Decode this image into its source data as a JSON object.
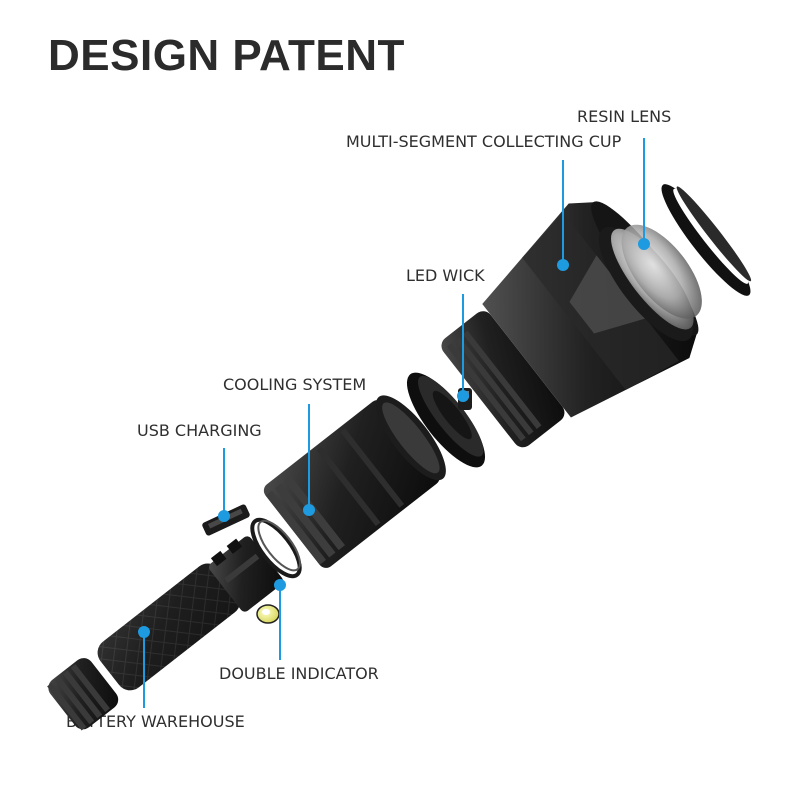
{
  "title": "DESIGN PATENT",
  "accent_color": "#1e9be0",
  "parts": {
    "resin_lens": "RESIN LENS",
    "collecting_cup": "MULTI-SEGMENT COLLECTING CUP",
    "led_wick": "LED WICK",
    "cooling_system": "COOLING SYSTEM",
    "usb_charging": "USB CHARGING",
    "double_indicator": "DOUBLE INDICATOR",
    "battery_warehouse": "BATTERY WAREHOUSE"
  }
}
